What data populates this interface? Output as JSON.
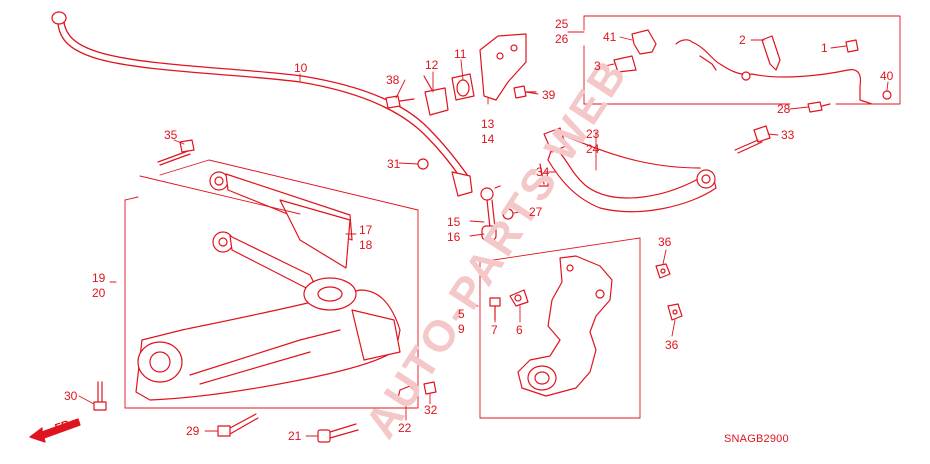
{
  "diagram": {
    "code": "SNAGB2900",
    "direction_label": "FR.",
    "watermark": "AUTO-PARTS WEB",
    "colors": {
      "line": "#e0141e",
      "fill": "#ffffff",
      "watermark": "#f4c7c9"
    },
    "labels": {
      "l1": "1",
      "l2": "2",
      "l3": "3",
      "l5": "5",
      "l6": "6",
      "l7": "7",
      "l9": "9",
      "l10": "10",
      "l11": "11",
      "l12": "12",
      "l13": "13",
      "l14": "14",
      "l15": "15",
      "l16": "16",
      "l17": "17",
      "l18": "18",
      "l19": "19",
      "l20": "20",
      "l21": "21",
      "l22": "22",
      "l23": "23",
      "l24": "24",
      "l25": "25",
      "l26": "26",
      "l27": "27",
      "l28": "28",
      "l29": "29",
      "l30": "30",
      "l31": "31",
      "l32": "32",
      "l33": "33",
      "l34": "34",
      "l35": "35",
      "l36a": "36",
      "l36b": "36",
      "l38": "38",
      "l39": "39",
      "l40": "40",
      "l41": "41"
    }
  }
}
